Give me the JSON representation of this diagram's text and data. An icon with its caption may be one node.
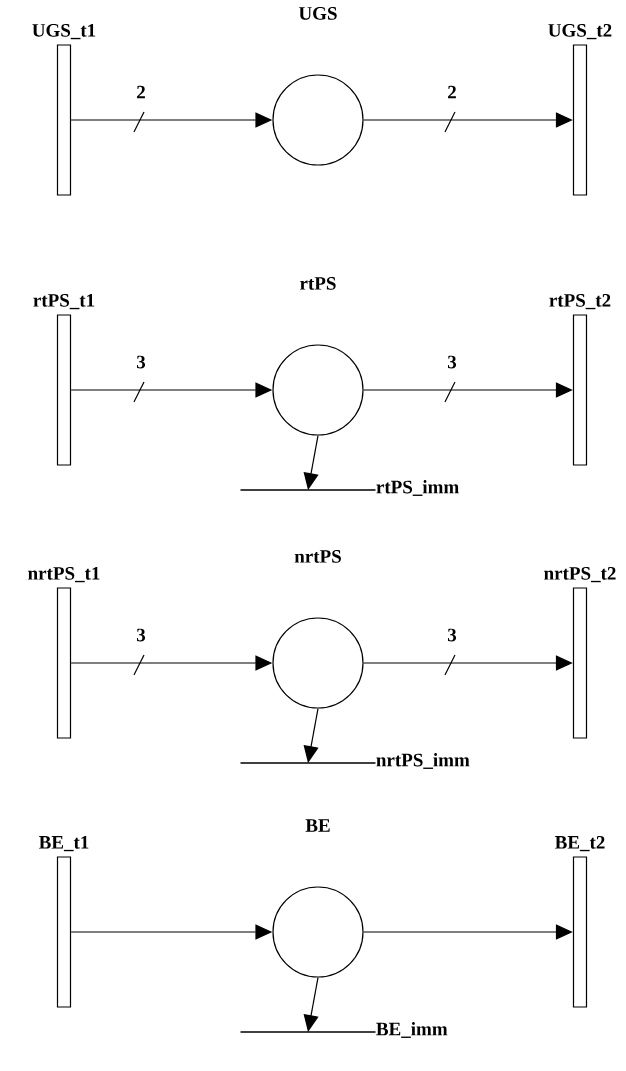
{
  "diagram": {
    "nodes": [
      {
        "text": [
          "UGS_t1"
        ]
      },
      {
        "text": [
          "UGS"
        ]
      },
      {
        "text": [
          "UGS_t2"
        ]
      },
      {
        "text": [
          "rtPS_t1"
        ]
      },
      {
        "text": [
          "rtPS"
        ]
      },
      {
        "text": [
          "rtPS_t2"
        ]
      },
      {
        "text": [
          "rtPS_imm"
        ]
      },
      {
        "text": [
          "nrtPS_t1"
        ]
      },
      {
        "text": [
          "nrtPS"
        ]
      },
      {
        "text": [
          "nrtPS_t2"
        ]
      },
      {
        "text": [
          "nrtPS_imm"
        ]
      },
      {
        "text": [
          "BE_t1"
        ]
      },
      {
        "text": [
          "BE"
        ]
      },
      {
        "text": [
          "BE_t2"
        ]
      },
      {
        "text": [
          "BE_imm"
        ]
      }
    ],
    "edges": [
      {
        "from": 0,
        "to": 1,
        "arrow": "to",
        "label": "2"
      },
      {
        "from": 1,
        "to": 2,
        "arrow": "to",
        "label": "2"
      },
      {
        "from": 3,
        "to": 4,
        "arrow": "to",
        "label": "3"
      },
      {
        "from": 4,
        "to": 5,
        "arrow": "to",
        "label": "3"
      },
      {
        "from": 4,
        "to": 6,
        "arrow": "to"
      },
      {
        "from": 7,
        "to": 8,
        "arrow": "to",
        "label": "3"
      },
      {
        "from": 8,
        "to": 9,
        "arrow": "to",
        "label": "3"
      },
      {
        "from": 8,
        "to": 10,
        "arrow": "to"
      },
      {
        "from": 11,
        "to": 12,
        "arrow": "to"
      },
      {
        "from": 12,
        "to": 13,
        "arrow": "to"
      },
      {
        "from": 12,
        "to": 14,
        "arrow": "to"
      }
    ]
  }
}
